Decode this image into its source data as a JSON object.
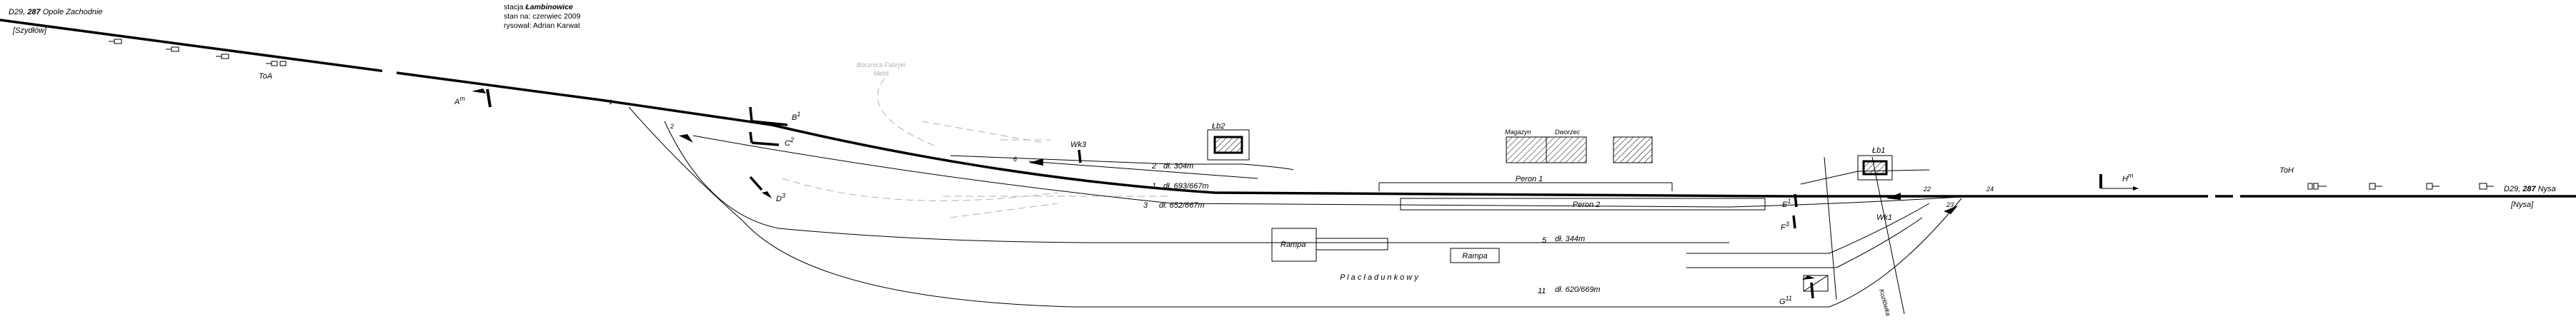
{
  "header": {
    "station_line1_prefix": "stacja ",
    "station_name": "Łambinowice",
    "state_line": "stan na: czerwiec 2009",
    "author_line": "rysował: Adrian Karwat"
  },
  "left_end": {
    "line_prefix": "D29,",
    "line_number": "287",
    "line_dest": "Opole Zachodnie",
    "line_next": "[Szydłów]",
    "toa_label": "ToA",
    "signal_a": "A",
    "signal_a_sup": "m"
  },
  "right_end": {
    "line_prefix": "D29,",
    "line_number": "287",
    "line_dest": "Nysa",
    "line_next": "[Nysa]",
    "toh_label": "ToH",
    "signal_h": "H",
    "signal_h_sup": "m"
  },
  "siding": {
    "line1": "Bocznica Fabryki",
    "line2": "Mebli"
  },
  "signals": {
    "b": "B",
    "b_sup": "1",
    "c": "C",
    "c_sup": "2",
    "d": "D",
    "d_sup": "3",
    "e": "E",
    "e_sup": "1",
    "f": "F",
    "f_sup": "3",
    "g": "G",
    "g_sup": "11"
  },
  "switches": {
    "s1": "1",
    "s2": "2",
    "s6": "6",
    "s22": "22",
    "s24": "24",
    "s23": "23"
  },
  "posts": {
    "wk3": "Wk3",
    "wk1": "Wk1",
    "lb2": "Łb2",
    "lb1": "Łb1"
  },
  "tracks": {
    "t2_num": "2",
    "t2_len": "dł. 304m",
    "t1_num": "1",
    "t1_len": "dł. 693/667m",
    "t3_num": "3",
    "t3_len": "dł. 652/667m",
    "t5_num": "5",
    "t5_len": "dł. 344m",
    "t11_num": "11",
    "t11_len": "dł. 620/669m"
  },
  "buildings": {
    "magazyn": "Magazyn",
    "dworzec": "Dworzec",
    "peron1": "Peron 1",
    "peron2": "Peron 2",
    "rampa1": "Rampa",
    "rampa2": "Rampa",
    "plac": "P l a c   ł a d u n k o w y",
    "kozlowka": "Kozłówka"
  }
}
